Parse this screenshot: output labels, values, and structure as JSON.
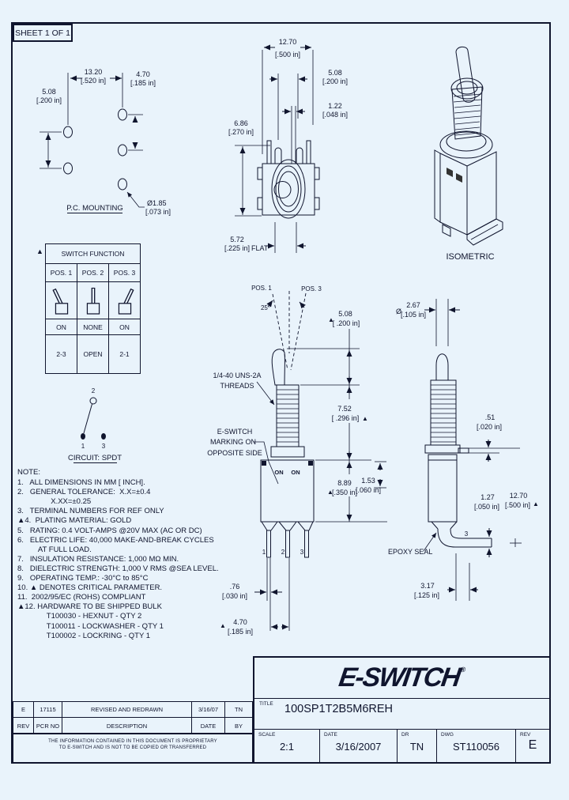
{
  "marks": {
    "triangle": "▲"
  },
  "sheet": {
    "label": "SHEET 1 OF 1"
  },
  "pc_mounting": {
    "caption": "P.C. MOUNTING",
    "dim_pitch_h_mm": "13.20",
    "dim_pitch_h_in": "[.520 in]",
    "dim_offset_mm": "4.70",
    "dim_offset_in": "[.185 in]",
    "dim_pitch_v_mm": "5.08",
    "dim_pitch_v_in": "[.200 in]",
    "dim_hole_mm": "Ø1.85",
    "dim_hole_in": "[.073 in]"
  },
  "function_table": {
    "title": "SWITCH FUNCTION",
    "columns": [
      "POS. 1",
      "POS. 2",
      "POS. 3"
    ],
    "row_on": [
      "ON",
      "NONE",
      "ON"
    ],
    "row_terminals": [
      "2-3",
      "OPEN",
      "2-1"
    ]
  },
  "circuit": {
    "caption": "CIRCUIT: SPDT",
    "terminal_top": "2",
    "terminal_left": "1",
    "terminal_right": "3"
  },
  "top_view": {
    "dim_width_mm": "12.70",
    "dim_width_in": "[.500 in]",
    "dim_pitch_mm": "5.08",
    "dim_pitch_in": "[.200 in]",
    "dim_term_mm": "1.22",
    "dim_term_in": "[.048 in]",
    "dim_depth_mm": "6.86",
    "dim_depth_in": "[.270 in]",
    "dim_flat_mm": "5.72",
    "dim_flat_in": "[.225 in]",
    "flat_label": "FLAT"
  },
  "front_view": {
    "pos1_label": "POS. 1",
    "pos3_label": "POS. 3",
    "angle_label": "25°",
    "threads_line1": "1/4-40 UNS-2A",
    "threads_line2": "THREADS",
    "marking_line1": "E-SWITCH",
    "marking_line2": "MARKING ON",
    "marking_line3": "OPPOSITE SIDE",
    "on_left": "ON",
    "on_right": "ON",
    "terminal_1": "1",
    "terminal_2": "2",
    "terminal_3": "3",
    "dim_lever_mm": "5.08",
    "dim_lever_in": "[ .200 in]",
    "dim_bushing_mm": "7.52",
    "dim_bushing_in": "[ .296 in]",
    "dim_body_mm": "8.89",
    "dim_body_in": "[.350 in]",
    "dim_step_mm": "1.53",
    "dim_step_in": "[.060 in]",
    "dim_term_th_mm": ".76",
    "dim_term_th_in": "[.030 in]",
    "dim_term_sp_mm": "4.70",
    "dim_term_sp_in": "[.185 in]"
  },
  "side_view": {
    "dia_symbol": "Ø",
    "dim_lever_dia_mm": "2.67",
    "dim_lever_dia_in": "[.105 in]",
    "dim_washer_mm": ".51",
    "dim_washer_in": "[.020 in]",
    "dim_term_th_mm": "1.27",
    "dim_term_th_in": "[.050 in]",
    "dim_term_len_mm": "12.70",
    "dim_term_len_in": "[.500 in]",
    "dim_bend_mm": "3.17",
    "dim_bend_in": "[.125 in]",
    "epoxy_label": "EPOXY SEAL",
    "terminal_3": "3"
  },
  "isometric": {
    "caption": "ISOMETRIC"
  },
  "notes": {
    "heading": "NOTE:",
    "lines": [
      "1.   ALL DIMENSIONS IN MM [ INCH].",
      "2.   GENERAL TOLERANCE:  X.X=±0.4",
      "                X.XX=±0.25",
      "3.   TERMINAL NUMBERS FOR REF ONLY",
      "▲4.  PLATING MATERIAL: GOLD",
      "5.   RATING: 0.4 VOLT-AMPS @20V MAX (AC OR DC)",
      "6.   ELECTRIC LIFE: 40,000 MAKE-AND-BREAK CYCLES",
      "          AT FULL LOAD.",
      "7.   INSULATION RESISTANCE: 1,000 MΩ MIN.",
      "8.   DIELECTRIC STRENGTH: 1,000 V RMS @SEA LEVEL.",
      "9.   OPERATING TEMP.: -30°C to 85°C",
      "10. ▲ DENOTES CRITICAL PARAMETER.",
      "11.  2002/95/EC (ROHS) COMPLIANT",
      "▲12. HARDWARE TO BE SHIPPED BULK",
      "              T100030 - HEXNUT - QTY 2",
      "              T100011 - LOCKWASHER - QTY 1",
      "              T100002 - LOCKRING - QTY 1"
    ]
  },
  "revision_table": {
    "rev": "E",
    "pcr": "17115",
    "description": "REVISED AND REDRAWN",
    "date": "3/16/07",
    "by": "TN",
    "h_rev": "REV",
    "h_pcr": "PCR NO",
    "h_desc": "DESCRIPTION",
    "h_date": "DATE",
    "h_by": "BY",
    "proprietary_line1": "THE INFORMATION CONTAINED IN THIS DOCUMENT IS PROPRIETARY",
    "proprietary_line2": "TO E-SWITCH AND IS NOT TO BE COPIED OR TRANSFERRED"
  },
  "title_block": {
    "logo": "E-SWITCH",
    "logo_reg": "®",
    "title_label": "TITLE",
    "title_value": "100SP1T2B5M6REH",
    "scale_label": "SCALE",
    "scale_value": "2:1",
    "date_label": "DATE",
    "date_value": "3/16/2007",
    "dr_label": "DR",
    "dr_value": "TN",
    "dwg_label": "DWG",
    "dwg_value": "ST110056",
    "rev_label": "REV",
    "rev_value": "E"
  }
}
